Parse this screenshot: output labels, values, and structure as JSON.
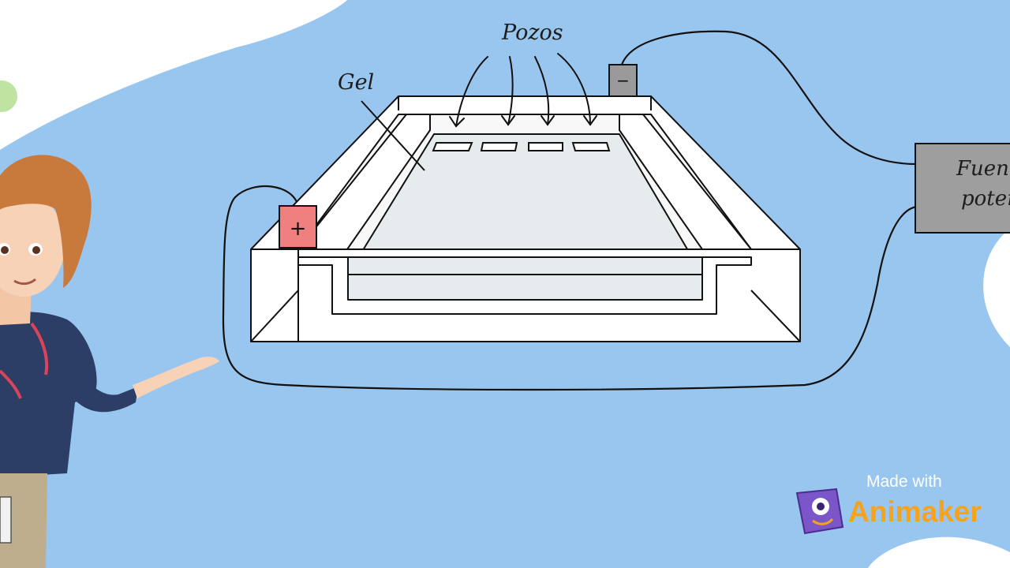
{
  "diagram": {
    "labels": {
      "gel": "Gel",
      "wells": "Pozos",
      "positive_electrode": "+",
      "negative_electrode": "−",
      "power_supply_line1": "Fuent",
      "power_supply_line2": "poten"
    }
  },
  "watermark": {
    "line1": "Made with",
    "brand": "Animaker"
  },
  "colors": {
    "background": "#99c6ef",
    "positive_electrode": "#f08080",
    "negative_electrode": "#9a9a9a",
    "power_supply": "#9e9e9e",
    "gel": "#e6ebee",
    "brand": "#f6a21a"
  },
  "icons": [
    "character-presenter",
    "animaker-mascot-icon"
  ]
}
